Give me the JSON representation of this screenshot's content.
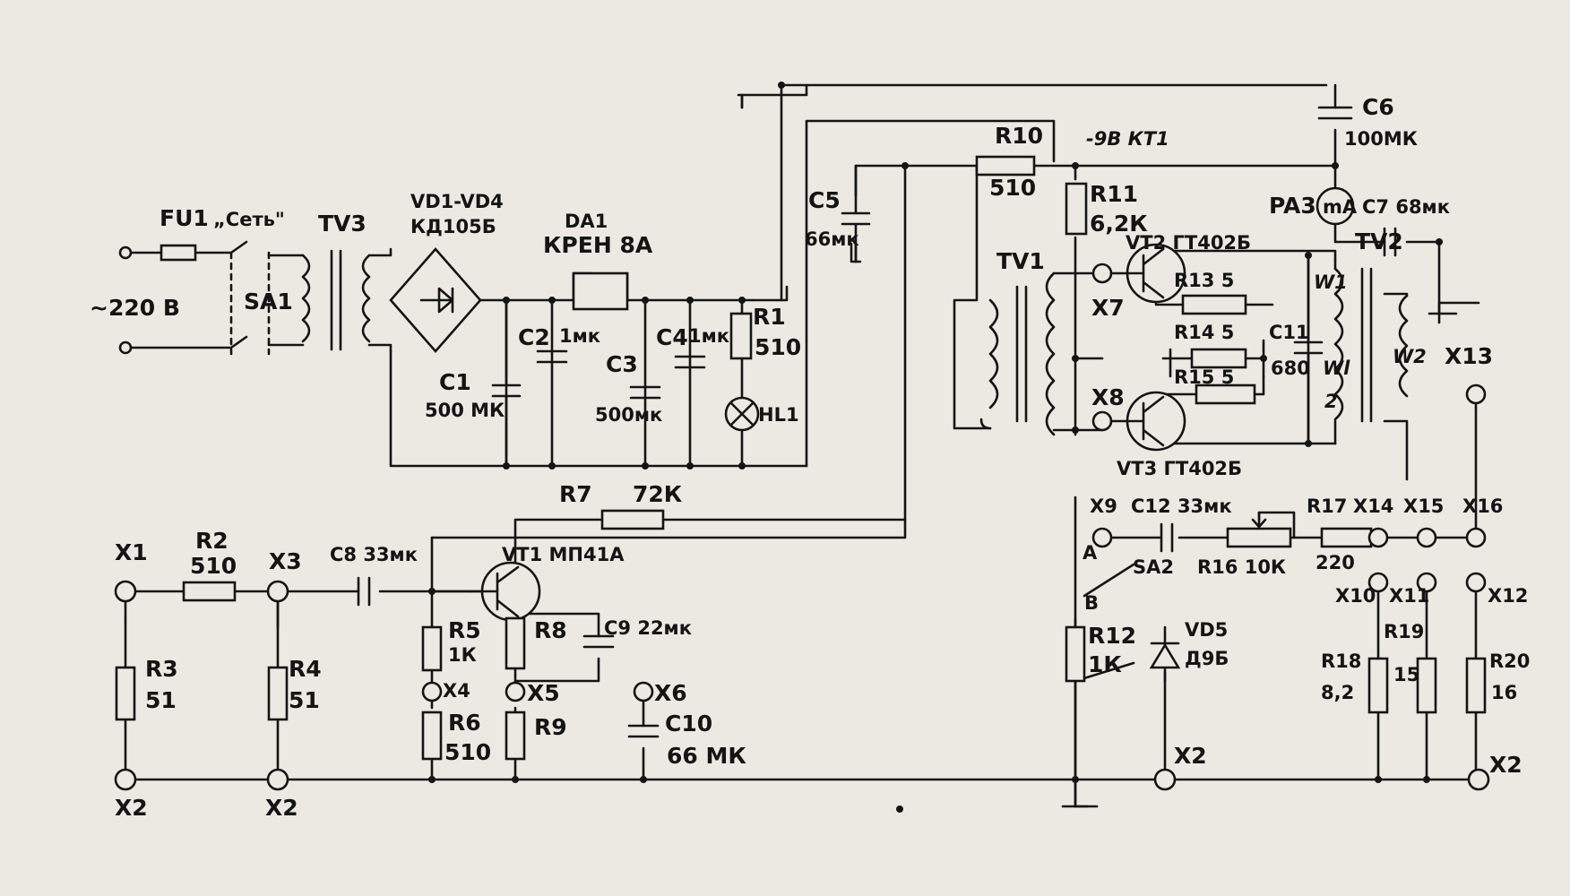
{
  "meter_unit": "mA",
  "labels": {
    "fu1": "FU1",
    "fu1_name": "„Сеть\"",
    "mains": "~220 В",
    "sa1": "SA1",
    "tv3": "TV3",
    "vd1_vd4": "VD1-VD4",
    "kd105b": "КД105Б",
    "da1": "DA1",
    "kren8a": "КРЕН 8А",
    "c1": "C1",
    "c1_value": "500 МК",
    "c2": "C2",
    "c2_value": "1мк",
    "c3": "C3",
    "c3_value": "500мк",
    "c4": "C4",
    "c4_value": "1мк",
    "r1": "R1",
    "r1_value": "510",
    "hl1": "HL1",
    "c5": "C5",
    "c5_value": "66мк",
    "r10": "R10",
    "r10_value": "510",
    "rail": "-9В  КТ1",
    "r11": "R11",
    "r11_value": "6,2К",
    "tv1": "TV1",
    "vt2": "VT2  ГТ402Б",
    "r13": "R13  5",
    "r14": "R14  5",
    "r15": "R15  5",
    "x7": "X7",
    "x8": "X8",
    "vt3": "VT3  ГТ402Б",
    "c11": "C11",
    "c11_value": "680",
    "w1": "W1",
    "wl": "Wl",
    "wl_turns": "2",
    "w2": "W2",
    "tv2": "TV2",
    "pa3": "PA3",
    "c7": "C7 68мк",
    "c6": "C6",
    "c6_value": "100МК",
    "x13": "X13",
    "r7": "R7",
    "r7_value": "72К",
    "vt1": "VT1  МП41А",
    "x1": "X1",
    "r2": "R2",
    "r2_value": "510",
    "x3": "X3",
    "c8": "C8  33мк",
    "r3": "R3",
    "r3_value": "51",
    "r4": "R4",
    "r4_value": "51",
    "x2": "X2",
    "r5": "R5",
    "r5_value": "1К",
    "x4": "X4",
    "r6": "R6",
    "r6_value": "510",
    "r8": "R8",
    "c9": "C9  22мк",
    "x5": "X5",
    "r9": "R9",
    "x6": "X6",
    "c10": "C10",
    "c10_value": "66 МК",
    "x9": "X9",
    "c12": "C12  33мк",
    "r16": "R16  10К",
    "r17": "R17",
    "r17_value": "220",
    "x14": "X14",
    "x15": "X15",
    "x16": "X16",
    "sa2_a": "А",
    "sa2": "SA2",
    "sa2_b": "В",
    "r12": "R12",
    "r12_value": "1К",
    "vd5": "VD5",
    "vd5_value": "Д9Б",
    "x10": "X10",
    "x11": "X11",
    "x12": "X12",
    "r18": "R18",
    "r18_value": "8,2",
    "r19": "R19",
    "r19_value": "15",
    "r20": "R20",
    "r20_value": "16"
  }
}
